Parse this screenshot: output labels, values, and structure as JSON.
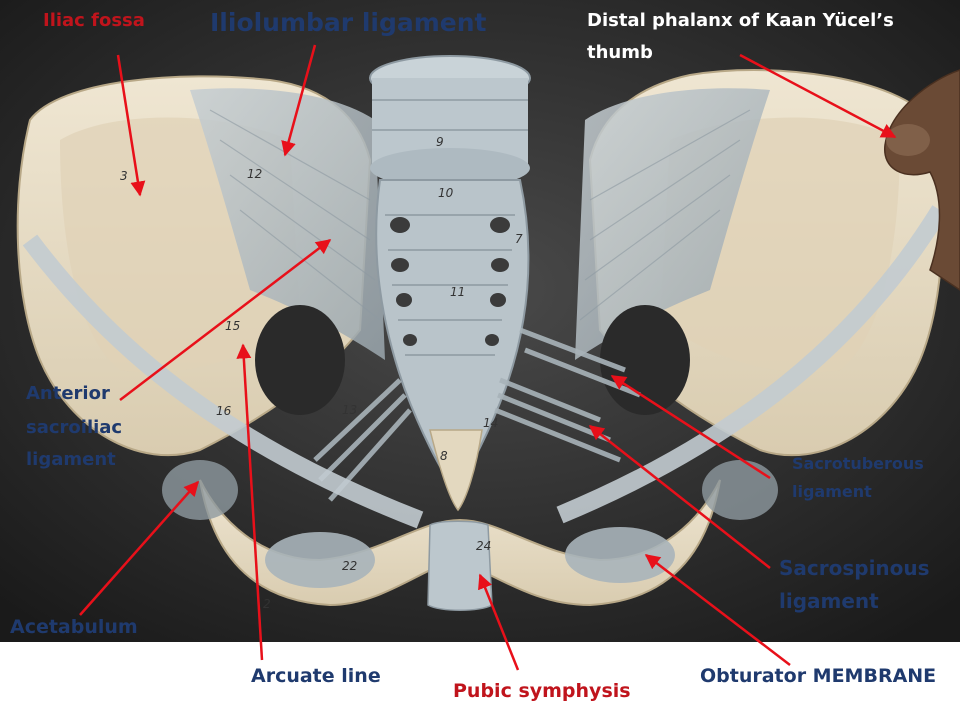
{
  "labels": {
    "iliac_fossa": "Iliac fossa",
    "iliolumbar": "Iliolumbar ligament",
    "distal_phalanx_1": "Distal phalanx of Kaan Yücel’s",
    "distal_phalanx_2": "thumb",
    "anterior_1": "Anterior",
    "anterior_2": "sacroiliac",
    "anterior_3": "ligament",
    "sacrotuberous_1": "Sacrotuberous",
    "sacrotuberous_2": "ligament",
    "sacrospinous_1": "Sacrospinous",
    "sacrospinous_2": "ligament",
    "acetabulum": "Acetabulum",
    "arcuate": "Arcuate line",
    "pubic_symphysis": "Pubic symphysis",
    "obturator": "Obturator MEMBRANE"
  },
  "model_marks": [
    "3",
    "12",
    "9",
    "10",
    "7",
    "11",
    "15",
    "16",
    "13",
    "14",
    "8",
    "24",
    "22",
    "2"
  ],
  "colors": {
    "arrow": "#e8101a",
    "label_navy": "#1f3a6e",
    "label_red": "#c0141c",
    "bone": "#e6dcc6",
    "ligament": "#b4bec4"
  }
}
